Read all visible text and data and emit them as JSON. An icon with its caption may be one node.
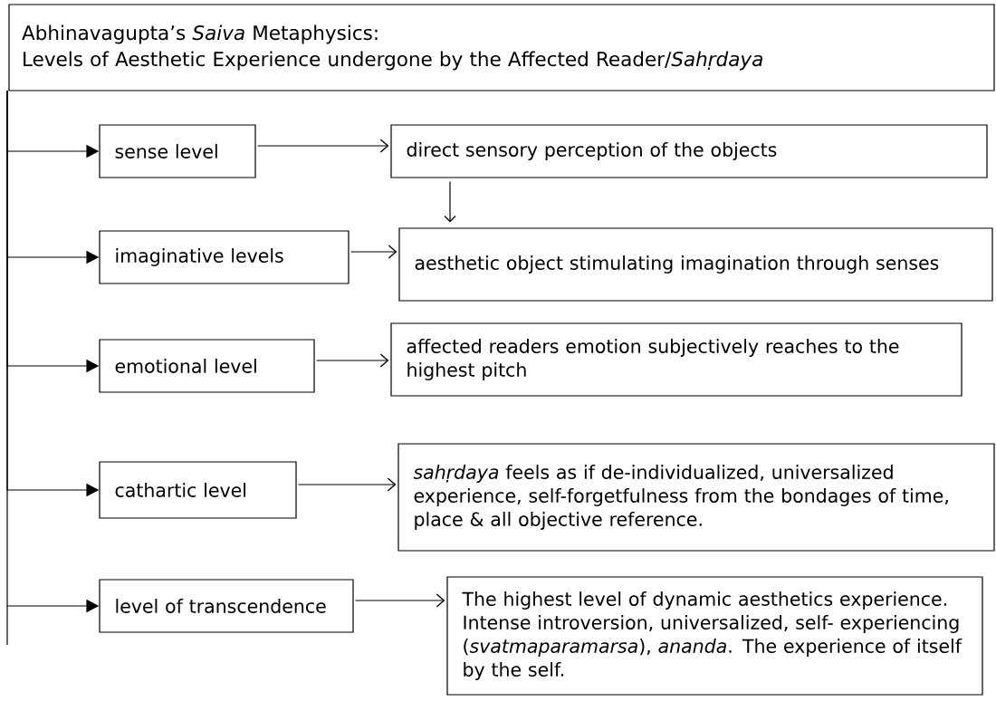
{
  "diagram": {
    "nodes": [
      {
        "text": [
          "Abhinavagupta’s *Saiva* Metaphysics:",
          "Levels of Aesthetic Experience undergone by the Affected Reader/*Sahṛdaya*"
        ]
      },
      {
        "text": [
          "sense level"
        ]
      },
      {
        "text": [
          "direct sensory perception of the objects"
        ]
      },
      {
        "text": [
          "imaginative levels"
        ]
      },
      {
        "text": [
          "aesthetic object stimulating imagination through senses"
        ]
      },
      {
        "text": [
          "emotional level"
        ]
      },
      {
        "text": [
          "affected readers emotion subjectively reaches to the highest pitch"
        ]
      },
      {
        "text": [
          "cathartic level"
        ]
      },
      {
        "text": [
          "*sahṛdaya* feels as if de-individualized, universalized experience, self-forgetfulness from the bondages of time, place & all objective reference."
        ]
      },
      {
        "text": [
          "level of transcendence"
        ]
      },
      {
        "text": [
          "The  highest level of dynamic aesthetics experience. Intense introversion, universalized, self- experiencing (*svatmaparamarsa*), *ananda*. The experience of itself by the self."
        ]
      }
    ],
    "edges": [
      {
        "from": 0,
        "to": 1,
        "arrow": "to"
      },
      {
        "from": 0,
        "to": 3,
        "arrow": "to"
      },
      {
        "from": 0,
        "to": 5,
        "arrow": "to"
      },
      {
        "from": 0,
        "to": 7,
        "arrow": "to"
      },
      {
        "from": 0,
        "to": 9,
        "arrow": "to"
      },
      {
        "from": 1,
        "to": 2,
        "arrow": "to"
      },
      {
        "from": 2,
        "to": 4,
        "arrow": "to"
      },
      {
        "from": 3,
        "to": 4,
        "arrow": "to"
      },
      {
        "from": 5,
        "to": 6,
        "arrow": "to"
      },
      {
        "from": 7,
        "to": 8,
        "arrow": "to"
      },
      {
        "from": 9,
        "to": 10,
        "arrow": "to"
      }
    ]
  }
}
